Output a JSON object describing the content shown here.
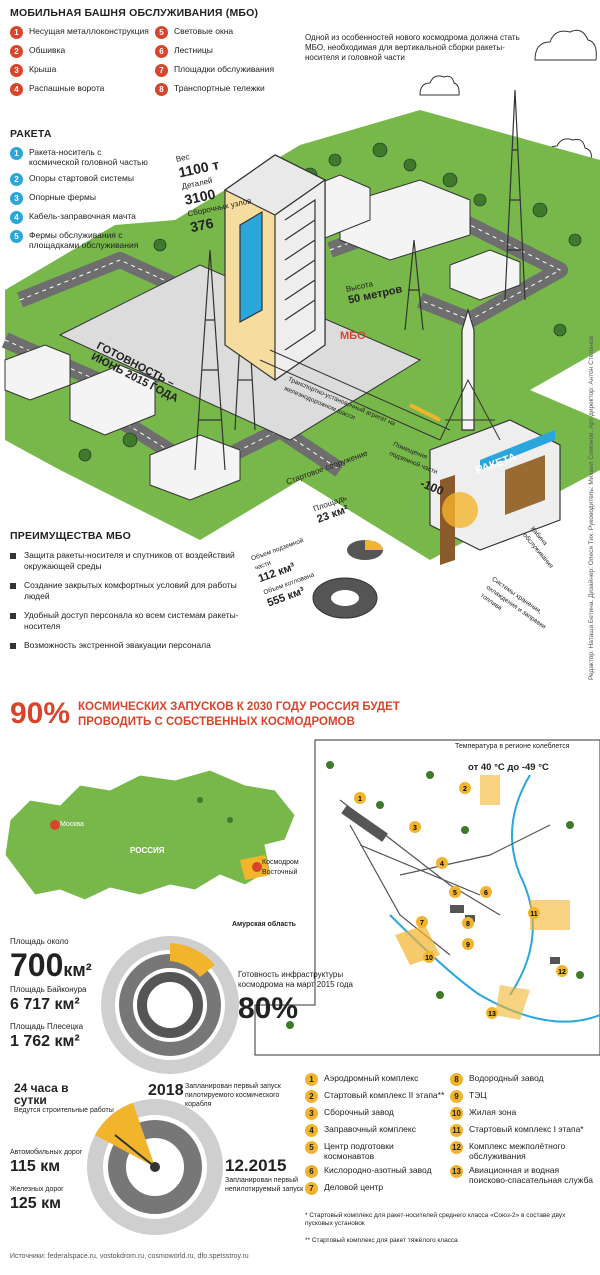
{
  "title": "МОБИЛЬНАЯ БАШНЯ ОБСЛУЖИВАНИЯ (МБО)",
  "mbo_items": [
    {
      "n": "1",
      "label": "Несущая металлоконструкция"
    },
    {
      "n": "2",
      "label": "Обшивка"
    },
    {
      "n": "3",
      "label": "Крыша"
    },
    {
      "n": "4",
      "label": "Распашные ворота"
    },
    {
      "n": "5",
      "label": "Световые окна"
    },
    {
      "n": "6",
      "label": "Лестницы"
    },
    {
      "n": "7",
      "label": "Площадки обслуживания"
    },
    {
      "n": "8",
      "label": "Транспортные тележки"
    }
  ],
  "mbo_note": "Одной из особенностей нового космодрома должна стать МБО, необходимая для вертикальной сборки ракеты-носителя и головной части",
  "rocket_title": "РАКЕТА",
  "rocket_items": [
    {
      "n": "1",
      "label": "Ракета-носитель с космической головной частью"
    },
    {
      "n": "2",
      "label": "Опоры стартовой системы"
    },
    {
      "n": "3",
      "label": "Опорные фермы"
    },
    {
      "n": "4",
      "label": "Кабель-заправочная мачта"
    },
    {
      "n": "5",
      "label": "Фермы обслуживания с площадками обслуживания"
    }
  ],
  "stats": {
    "weight_label": "Вес",
    "weight_value": "1100 т",
    "parts_label": "Деталей",
    "parts_value": "3100",
    "nodes_label": "Сборочных узлов",
    "nodes_value": "376",
    "height_label": "Высота",
    "height_value": "50 метров"
  },
  "readiness": "ГОТОВНОСТЬ – ИЮНЬ 2015 ГОДА",
  "scene_labels": {
    "mbo": "МБО",
    "rocket": "РАКЕТА",
    "transport": "Транспортно-установочный агрегат на железнодорожном шасси",
    "launch": "Стартовое сооружение",
    "underground": "Помещения подземной части",
    "depth": "-100",
    "cable": "Кабина обслуживания",
    "storage": "Системы хранения, охлаждения и заправки топлива"
  },
  "area": {
    "label": "Площадь",
    "value": "23 км²"
  },
  "volumes": {
    "under_label": "Объем подземной части",
    "under_value": "112 км³",
    "pit_label": "Объем котлована",
    "pit_value": "555 км³"
  },
  "adv_title": "ПРЕИМУЩЕСТВА МБО",
  "advantages": [
    "Защита ракеты-носителя и спутников от воздействий окружающей среды",
    "Создание закрытых комфортных условий для работы людей",
    "Удобный доступ персонала ко всем системам ракеты-носителя",
    "Возможность экстренной эвакуации персонала"
  ],
  "credits": "Редактор: Наташа Бетина. Дизайнер: Олеся Тих. Руководитель: Михаил Симонов. Арт-директор: Антон Степанов",
  "headline_pct": "90%",
  "headline_text": "КОСМИЧЕСКИХ ЗАПУСКОВ К 2030 ГОДУ РОССИЯ БУДЕТ ПРОВОДИТЬ С СОБСТВЕННЫХ КОСМОДРОМОВ",
  "map": {
    "moscow": "Москва",
    "russia": "РОССИЯ",
    "vostochny": "Космодром Восточный",
    "amur": "Амурская область"
  },
  "temperature": {
    "label": "Температура в регионе колеблется",
    "value": "от 40 °С до -49 °С"
  },
  "area_stats": {
    "vost_label": "Площадь около",
    "vost_value": "700",
    "vost_unit": "км²",
    "baik_label": "Площадь Байконура",
    "baik_value": "6 717 км²",
    "ples_label": "Площадь Плесецка",
    "ples_value": "1 762 км²"
  },
  "infra": {
    "label": "Готовность инфраструктуры космодрома на март 2015 года",
    "value": "80%"
  },
  "works": {
    "hours": "24 часа в сутки",
    "hours_sub": "Ведутся строительные работы"
  },
  "roads": {
    "auto_label": "Автомобильных дорог",
    "auto_value": "115 км",
    "rail_label": "Железных дорог",
    "rail_value": "125 км"
  },
  "launches": {
    "first_date": "12.2015",
    "first_text": "Запланирован первый непилотируемый запуск",
    "crew_date": "2018",
    "crew_text": "Запланирован первый запуск пилотируемого космического корабля"
  },
  "facilities_left": [
    {
      "n": "1",
      "label": "Аэродромный комплекс"
    },
    {
      "n": "2",
      "label": "Стартовый комплекс II этапа**"
    },
    {
      "n": "3",
      "label": "Сборочный завод"
    },
    {
      "n": "4",
      "label": "Заправочный комплекс"
    },
    {
      "n": "5",
      "label": "Центр подготовки космонавтов"
    },
    {
      "n": "6",
      "label": "Кислородно-азотный завод"
    },
    {
      "n": "7",
      "label": "Деловой центр"
    }
  ],
  "facilities_right": [
    {
      "n": "8",
      "label": "Водородный завод"
    },
    {
      "n": "9",
      "label": "ТЭЦ"
    },
    {
      "n": "10",
      "label": "Жилая зона"
    },
    {
      "n": "11",
      "label": "Стартовый комплекс I этапа*"
    },
    {
      "n": "12",
      "label": "Комплекс межполётного обслуживания"
    },
    {
      "n": "13",
      "label": "Авиационная и водная поисково-спасательная служба"
    }
  ],
  "footnote1": "* Стартовый комплекс для ракет-носителей среднего класса «Союз-2» в составе двух пусковых установок",
  "footnote2": "** Стартовый комплекс для ракет тяжёлого класса",
  "sources": "Источники: federalspace.ru, vostokdrom.ru, cosmoworld.ru, dfo.spetsstroy.ru",
  "colors": {
    "red": "#d9452b",
    "blue": "#2aa6dc",
    "yellow": "#f2b42c",
    "green": "#5aa43c"
  }
}
